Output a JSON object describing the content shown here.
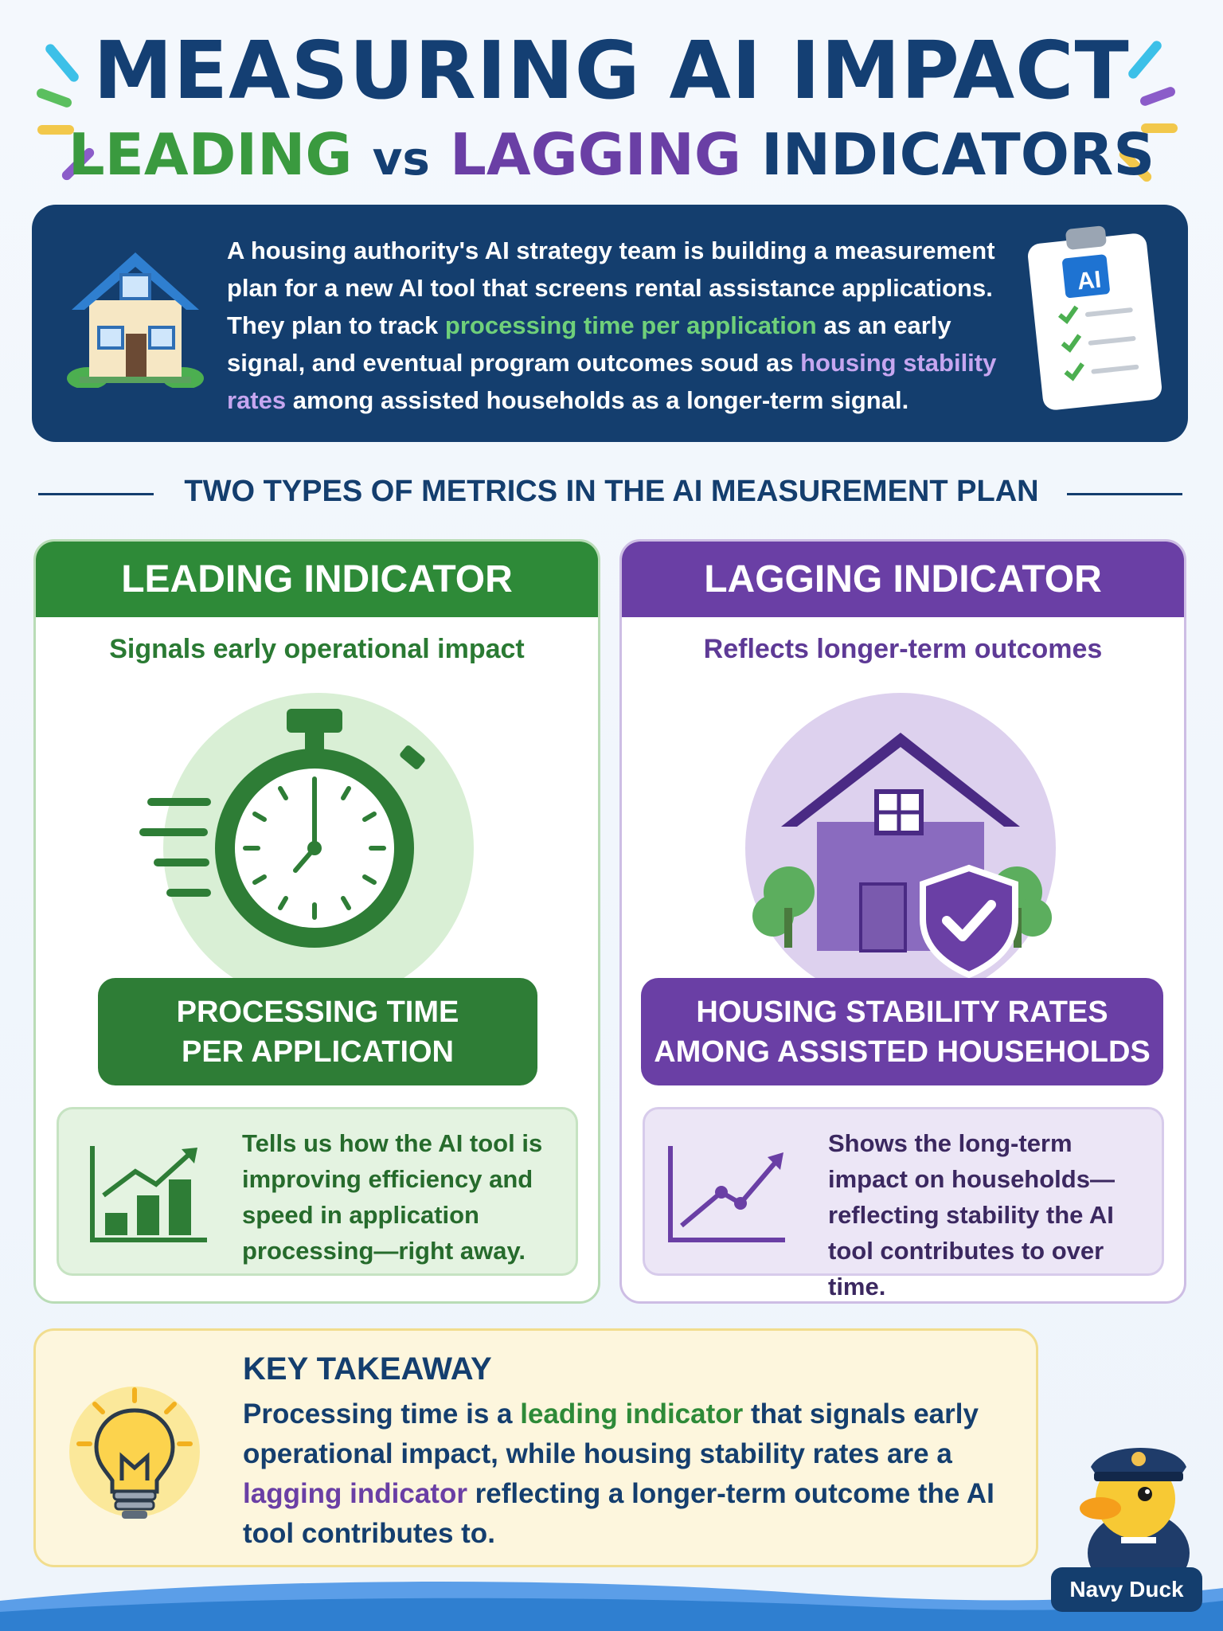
{
  "header": {
    "title": "MEASURING AI IMPACT",
    "subtitle_leading": "LEADING",
    "subtitle_vs": "vs",
    "subtitle_lagging": "LAGGING",
    "subtitle_indicators": "INDICATORS"
  },
  "intro": {
    "part1": "A housing authority's AI strategy team is building a measurement plan for a new AI tool that screens rental assistance applications. They plan to track ",
    "highlight_leading": "processing time per application",
    "part2": " as an early signal, and eventual program outcomes soud as ",
    "highlight_lagging": "housing stability rates",
    "part3": " among assisted households as a longer-term signal.",
    "clipboard_badge": "AI"
  },
  "section": {
    "title": "TWO TYPES OF METRICS IN THE AI MEASUREMENT PLAN"
  },
  "leading_card": {
    "heading": "LEADING INDICATOR",
    "subheading": "Signals early operational impact",
    "metric_line1": "PROCESSING TIME",
    "metric_line2": "PER APPLICATION",
    "note": "Tells us how the AI tool is improving efficiency and speed in application processing—right away."
  },
  "lagging_card": {
    "heading": "LAGGING INDICATOR",
    "subheading": "Reflects longer-term outcomes",
    "metric_line1": "HOUSING STABILITY RATES",
    "metric_line2": "AMONG ASSISTED HOUSEHOLDS",
    "note": "Shows the long-term impact on households—reflecting stability the AI tool contributes to over time."
  },
  "takeaway": {
    "title": "KEY TAKEAWAY",
    "part1": "Processing time is a ",
    "highlight_leading": "leading indicator",
    "part2": " that signals early operational impact, while housing stability rates are a ",
    "highlight_lagging": "lagging indicator",
    "part3": " reflecting a longer-term outcome the AI tool contributes to."
  },
  "mascot": {
    "label": "Navy Duck"
  },
  "colors": {
    "navy": "#143e6e",
    "green": "#2e8a38",
    "purple": "#6a3fa5",
    "yellow": "#fdf6dd"
  }
}
